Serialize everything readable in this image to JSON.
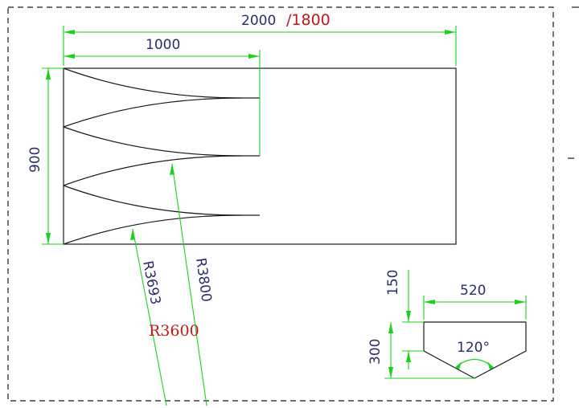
{
  "dimensions": {
    "overall_width": "2000",
    "overall_width_alt": "/1800",
    "inner_width": "1000",
    "height": "900",
    "radius_a": "R3693",
    "radius_b": "R3800",
    "radius_c": "R3600",
    "section_top_width": "520",
    "section_upper_depth": "150",
    "section_total_depth": "300",
    "section_angle": "120°"
  },
  "colors": {
    "frame": "#1a1a1a",
    "dimension_lines": "#19d219",
    "dimension_text": "#2c2c6a",
    "highlight_text": "#c01818"
  }
}
